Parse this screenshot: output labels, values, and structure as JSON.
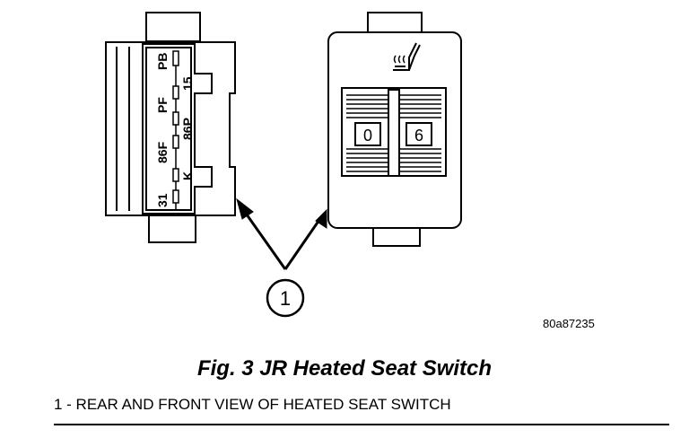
{
  "rear_view": {
    "pin_labels": [
      "PB",
      "15",
      "PF",
      "86P",
      "86F",
      "K",
      "31"
    ]
  },
  "front_view": {
    "digit_left": "0",
    "digit_right": "6"
  },
  "callout_number": "1",
  "figure_code": "80a87235",
  "figure_title": "Fig. 3 JR Heated Seat Switch",
  "legend": "1 - REAR AND FRONT VIEW OF HEATED SEAT SWITCH"
}
